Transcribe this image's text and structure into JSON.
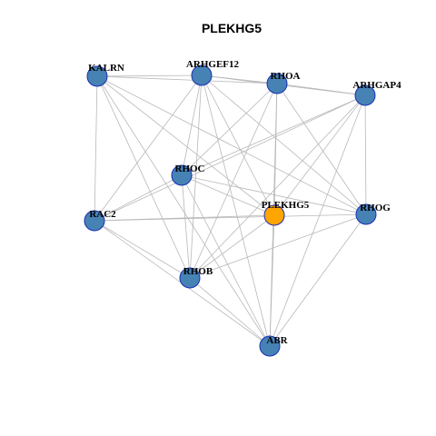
{
  "title": "PLEKHG5",
  "colors": {
    "default_node": "#4682b4",
    "focus_node": "#ffa500",
    "node_border": "#1a2fb5",
    "edge": "#b8b8b8",
    "background": "#ffffff"
  },
  "nodes": [
    {
      "id": "KALRN",
      "label": "KALRN",
      "focus": false
    },
    {
      "id": "ARHGEF12",
      "label": "ARHGEF12",
      "focus": false
    },
    {
      "id": "RHOA",
      "label": "RHOA",
      "focus": false
    },
    {
      "id": "ARHGAP4",
      "label": "ARHGAP4",
      "focus": false
    },
    {
      "id": "RHOC",
      "label": "RHOC",
      "focus": false
    },
    {
      "id": "PLEKHG5",
      "label": "PLEKHG5",
      "focus": true
    },
    {
      "id": "RHOG",
      "label": "RHOG",
      "focus": false
    },
    {
      "id": "RAC2",
      "label": "RAC2",
      "focus": false
    },
    {
      "id": "RHOB",
      "label": "RHOB",
      "focus": false
    },
    {
      "id": "ABR",
      "label": "ABR",
      "focus": false
    }
  ],
  "edges": [
    [
      "KALRN",
      "ARHGEF12"
    ],
    [
      "KALRN",
      "RHOA"
    ],
    [
      "KALRN",
      "RAC2"
    ],
    [
      "KALRN",
      "RHOB"
    ],
    [
      "KALRN",
      "PLEKHG5"
    ],
    [
      "KALRN",
      "RHOG"
    ],
    [
      "KALRN",
      "ABR"
    ],
    [
      "ARHGEF12",
      "RHOA"
    ],
    [
      "ARHGEF12",
      "ARHGAP4"
    ],
    [
      "ARHGEF12",
      "RHOC"
    ],
    [
      "ARHGEF12",
      "RAC2"
    ],
    [
      "ARHGEF12",
      "PLEKHG5"
    ],
    [
      "ARHGEF12",
      "RHOB"
    ],
    [
      "ARHGEF12",
      "RHOG"
    ],
    [
      "ARHGEF12",
      "ABR"
    ],
    [
      "RHOA",
      "ARHGAP4"
    ],
    [
      "RHOA",
      "RHOC"
    ],
    [
      "RHOA",
      "PLEKHG5"
    ],
    [
      "RHOA",
      "RHOB"
    ],
    [
      "RHOA",
      "RHOG"
    ],
    [
      "RHOA",
      "ABR"
    ],
    [
      "ARHGAP4",
      "RHOC"
    ],
    [
      "ARHGAP4",
      "RAC2"
    ],
    [
      "ARHGAP4",
      "PLEKHG5"
    ],
    [
      "ARHGAP4",
      "RHOB"
    ],
    [
      "ARHGAP4",
      "RHOG"
    ],
    [
      "ARHGAP4",
      "ABR"
    ],
    [
      "RHOC",
      "RAC2"
    ],
    [
      "RHOC",
      "PLEKHG5"
    ],
    [
      "RHOC",
      "RHOG"
    ],
    [
      "RHOC",
      "RHOB"
    ],
    [
      "RHOC",
      "ABR"
    ],
    [
      "PLEKHG5",
      "RAC2"
    ],
    [
      "PLEKHG5",
      "RHOB"
    ],
    [
      "PLEKHG5",
      "ABR"
    ],
    [
      "RHOG",
      "RAC2"
    ],
    [
      "RHOG",
      "RHOB"
    ],
    [
      "RHOG",
      "ABR"
    ],
    [
      "RAC2",
      "RHOB"
    ],
    [
      "RAC2",
      "ABR"
    ],
    [
      "RHOB",
      "ABR"
    ]
  ]
}
